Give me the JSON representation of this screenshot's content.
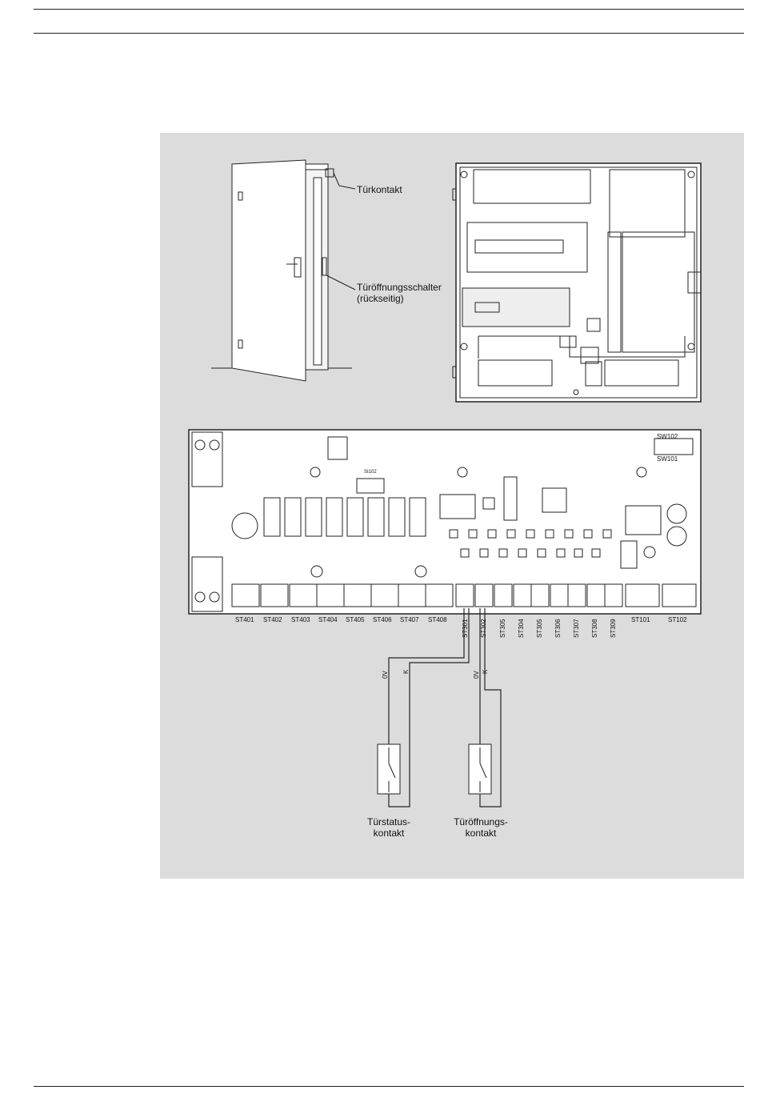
{
  "labels": {
    "door_contact": "Türkontakt",
    "door_opener_switch_1": "Türöffnungsschalter",
    "door_opener_switch_2": "(rückseitig)",
    "status_contact_1": "Türstatus-",
    "status_contact_2": "kontakt",
    "opening_contact_1": "Türöffnungs-",
    "opening_contact_2": "kontakt"
  },
  "board": {
    "sw102": "SW102",
    "sw101": "SW101",
    "si102": "SI102",
    "terminals_bottom": [
      "ST401",
      "ST402",
      "ST403",
      "ST404",
      "ST405",
      "ST406",
      "ST407",
      "ST408"
    ],
    "terminals_vertical": [
      "ST301",
      "ST302",
      "ST305",
      "ST304",
      "ST305",
      "ST306",
      "ST307",
      "ST308",
      "ST309"
    ],
    "terminals_right": [
      "ST101",
      "ST102"
    ]
  },
  "wires": {
    "w1_a": "0V",
    "w1_b": "K",
    "w2_a": "0V",
    "w2_b": "K"
  }
}
